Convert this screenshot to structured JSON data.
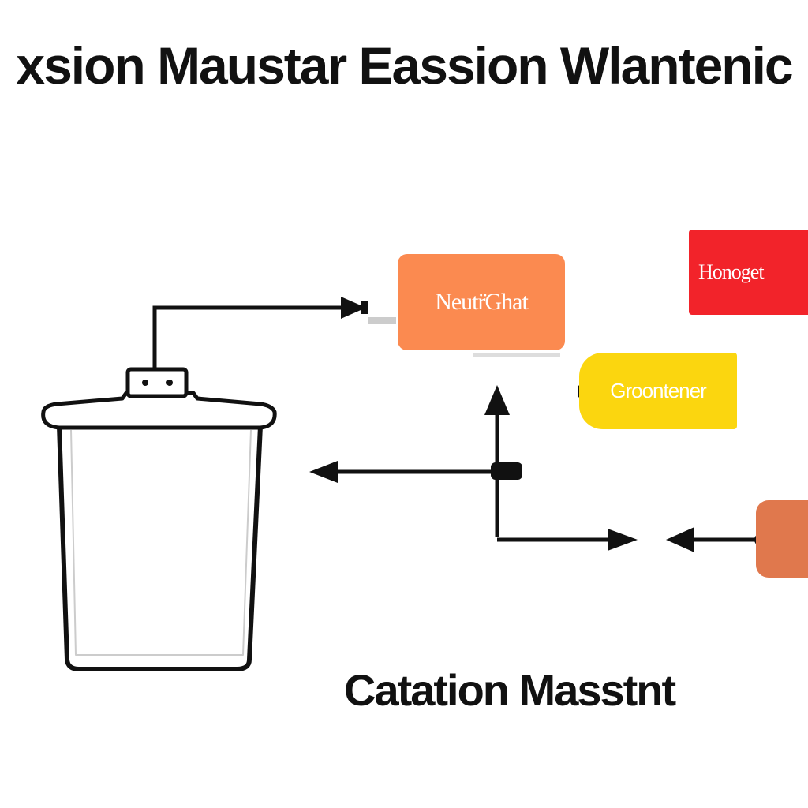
{
  "title": "xsion Maustar Eassion Wlantenic",
  "caption": "Catation Masstnt",
  "nodes": {
    "orange_box": {
      "label": "Neutr̈Ghat"
    },
    "red_box": {
      "label": "Honoget"
    },
    "yellow_box": {
      "label": "Groontener"
    },
    "small_orange_box": {
      "label": ""
    }
  },
  "colors": {
    "orange": "#fb8a50",
    "red": "#f2232a",
    "yellow": "#fbd60f",
    "small_orange": "#e0784d",
    "line": "#111111"
  },
  "icons": {
    "container": "pot-icon"
  }
}
